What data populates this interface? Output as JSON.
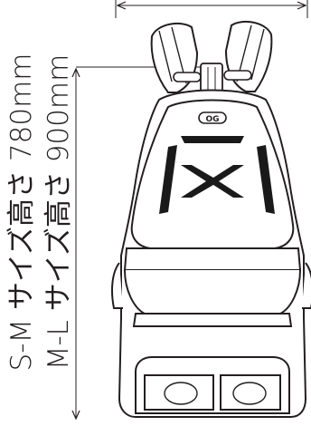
{
  "diagram": {
    "labels": {
      "size_sm": "S-M サイズ高さ 780mm",
      "size_ml": "M-L サイズ高さ 900mm"
    },
    "logo_text": "OG"
  },
  "colors": {
    "line": "#231f20",
    "fill": "#ffffff",
    "accent": "#1a1a1a"
  }
}
